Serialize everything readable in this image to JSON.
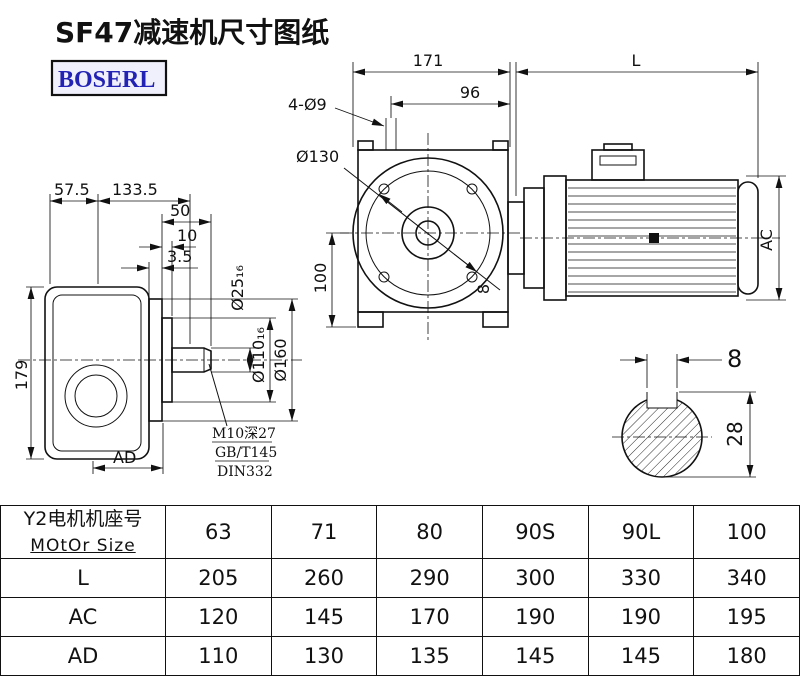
{
  "title": "SF47减速机尺寸图纸",
  "brand": "BOSERL",
  "drawing": {
    "side_view": {
      "dim_57_5": "57.5",
      "dim_133_5": "133.5",
      "dim_50": "50",
      "dim_10": "10",
      "dim_3_5": "3.5",
      "dim_179": "179",
      "dim_ad": "AD",
      "dia_shaft": "Ø25₁₆",
      "dia_spigot": "Ø110₁₆",
      "dia_flange": "Ø160",
      "tap_note": "M10深27",
      "std_gb": "GB/T145",
      "std_din": "DIN332"
    },
    "front_view": {
      "dim_171": "171",
      "dim_96": "96",
      "holes_note": "4-Ø9",
      "dia_bolt_circle": "Ø130",
      "dim_100": "100",
      "key_width": "8"
    },
    "motor_view": {
      "dim_l": "L",
      "dim_ac": "AC"
    },
    "shaft_section": {
      "key_width": "8",
      "dim_28": "28"
    }
  },
  "table": {
    "header": {
      "line1": "Y2电机机座号",
      "line2": "MOtOr Size",
      "sizes": [
        "63",
        "71",
        "80",
        "90S",
        "90L",
        "100"
      ]
    },
    "rows": [
      {
        "label": "L",
        "values": [
          "205",
          "260",
          "290",
          "300",
          "330",
          "340"
        ]
      },
      {
        "label": "AC",
        "values": [
          "120",
          "145",
          "170",
          "190",
          "190",
          "195"
        ]
      },
      {
        "label": "AD",
        "values": [
          "110",
          "130",
          "135",
          "145",
          "145",
          "180"
        ]
      }
    ]
  }
}
